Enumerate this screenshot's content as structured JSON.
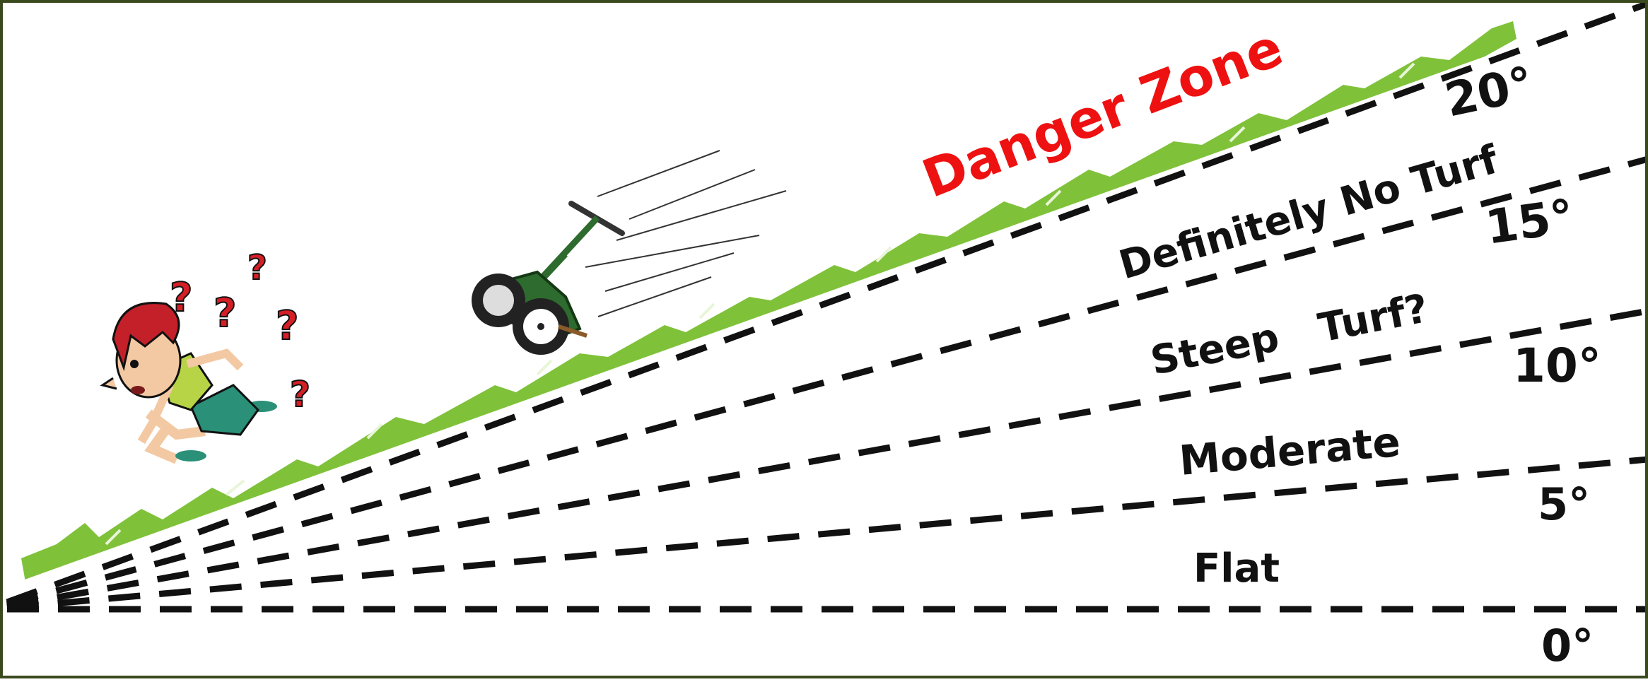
{
  "diagram": {
    "zones": [
      {
        "id": "flat",
        "label": "Flat"
      },
      {
        "id": "moderate",
        "label": "Moderate"
      },
      {
        "id": "steep",
        "label": "Steep   Turf?"
      },
      {
        "id": "no-turf",
        "label": "Definitely No Turf"
      },
      {
        "id": "danger",
        "label": "Danger Zone"
      }
    ],
    "angles": [
      {
        "value": 0,
        "label": "0°"
      },
      {
        "value": 5,
        "label": "5°"
      },
      {
        "value": 10,
        "label": "10°"
      },
      {
        "value": 15,
        "label": "15°"
      },
      {
        "value": 20,
        "label": "20°"
      }
    ],
    "colors": {
      "danger": "#ee1111",
      "grass": "#7fc23a",
      "lines": "#111111",
      "mower": "#2e6b2e",
      "hair": "#c4202a",
      "question": "#d41f26",
      "frame": "#3b4a1e"
    },
    "icons": [
      "lawn-mower-icon",
      "confused-person-icon"
    ]
  }
}
